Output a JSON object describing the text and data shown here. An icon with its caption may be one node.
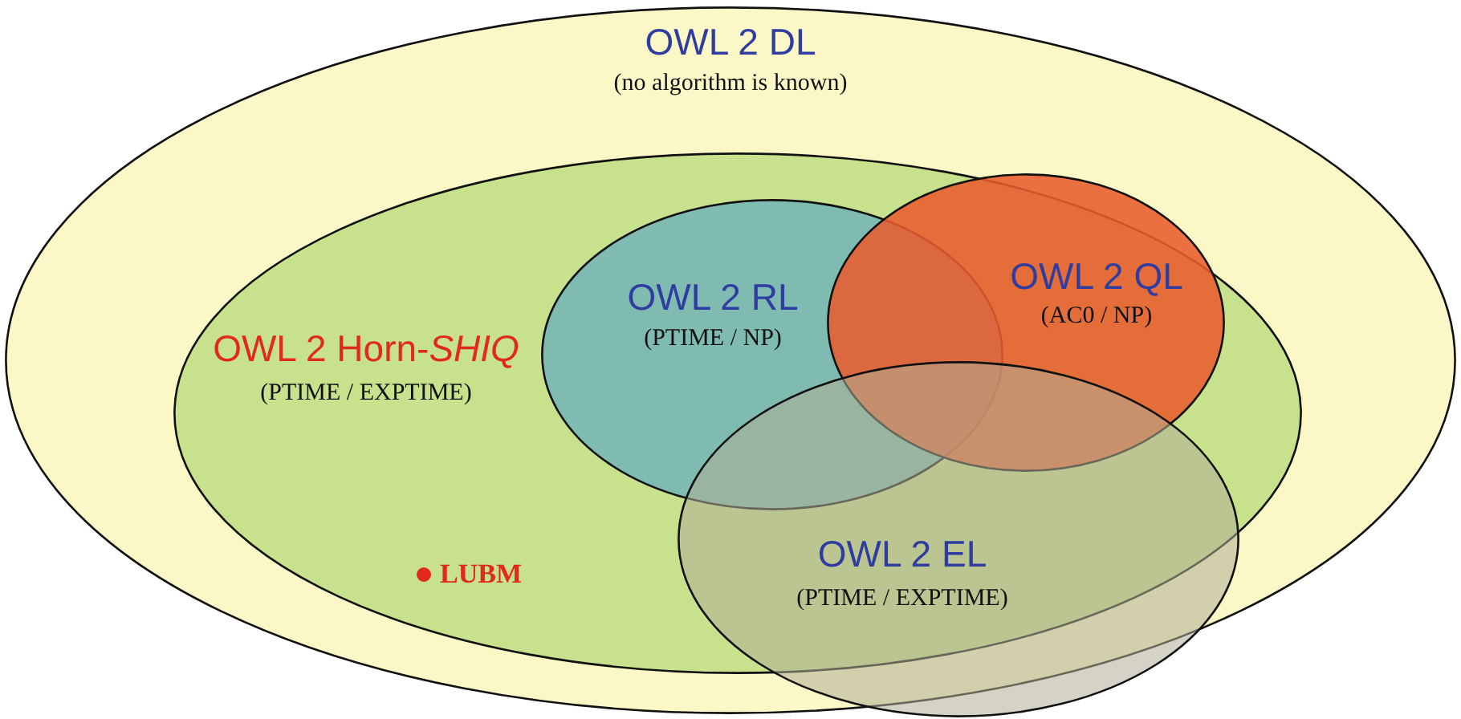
{
  "diagram": {
    "nodes": [
      {
        "text": [
          "OWL 2 DL",
          "(no algorithm is known)"
        ]
      },
      {
        "text": [
          "OWL 2 Horn-*SHIQ*",
          "(PTIME / EXPTIME)"
        ],
        "in": 0
      },
      {
        "text": [
          "OWL 2 RL",
          "(PTIME / NP)"
        ],
        "in": 1
      },
      {
        "text": [
          "OWL 2 QL",
          "(AC0 / NP)"
        ],
        "in": 1
      },
      {
        "text": [
          "OWL 2 EL",
          "(PTIME / EXPTIME)"
        ],
        "in": 0
      }
    ],
    "labels": [
      "LUBM"
    ]
  }
}
